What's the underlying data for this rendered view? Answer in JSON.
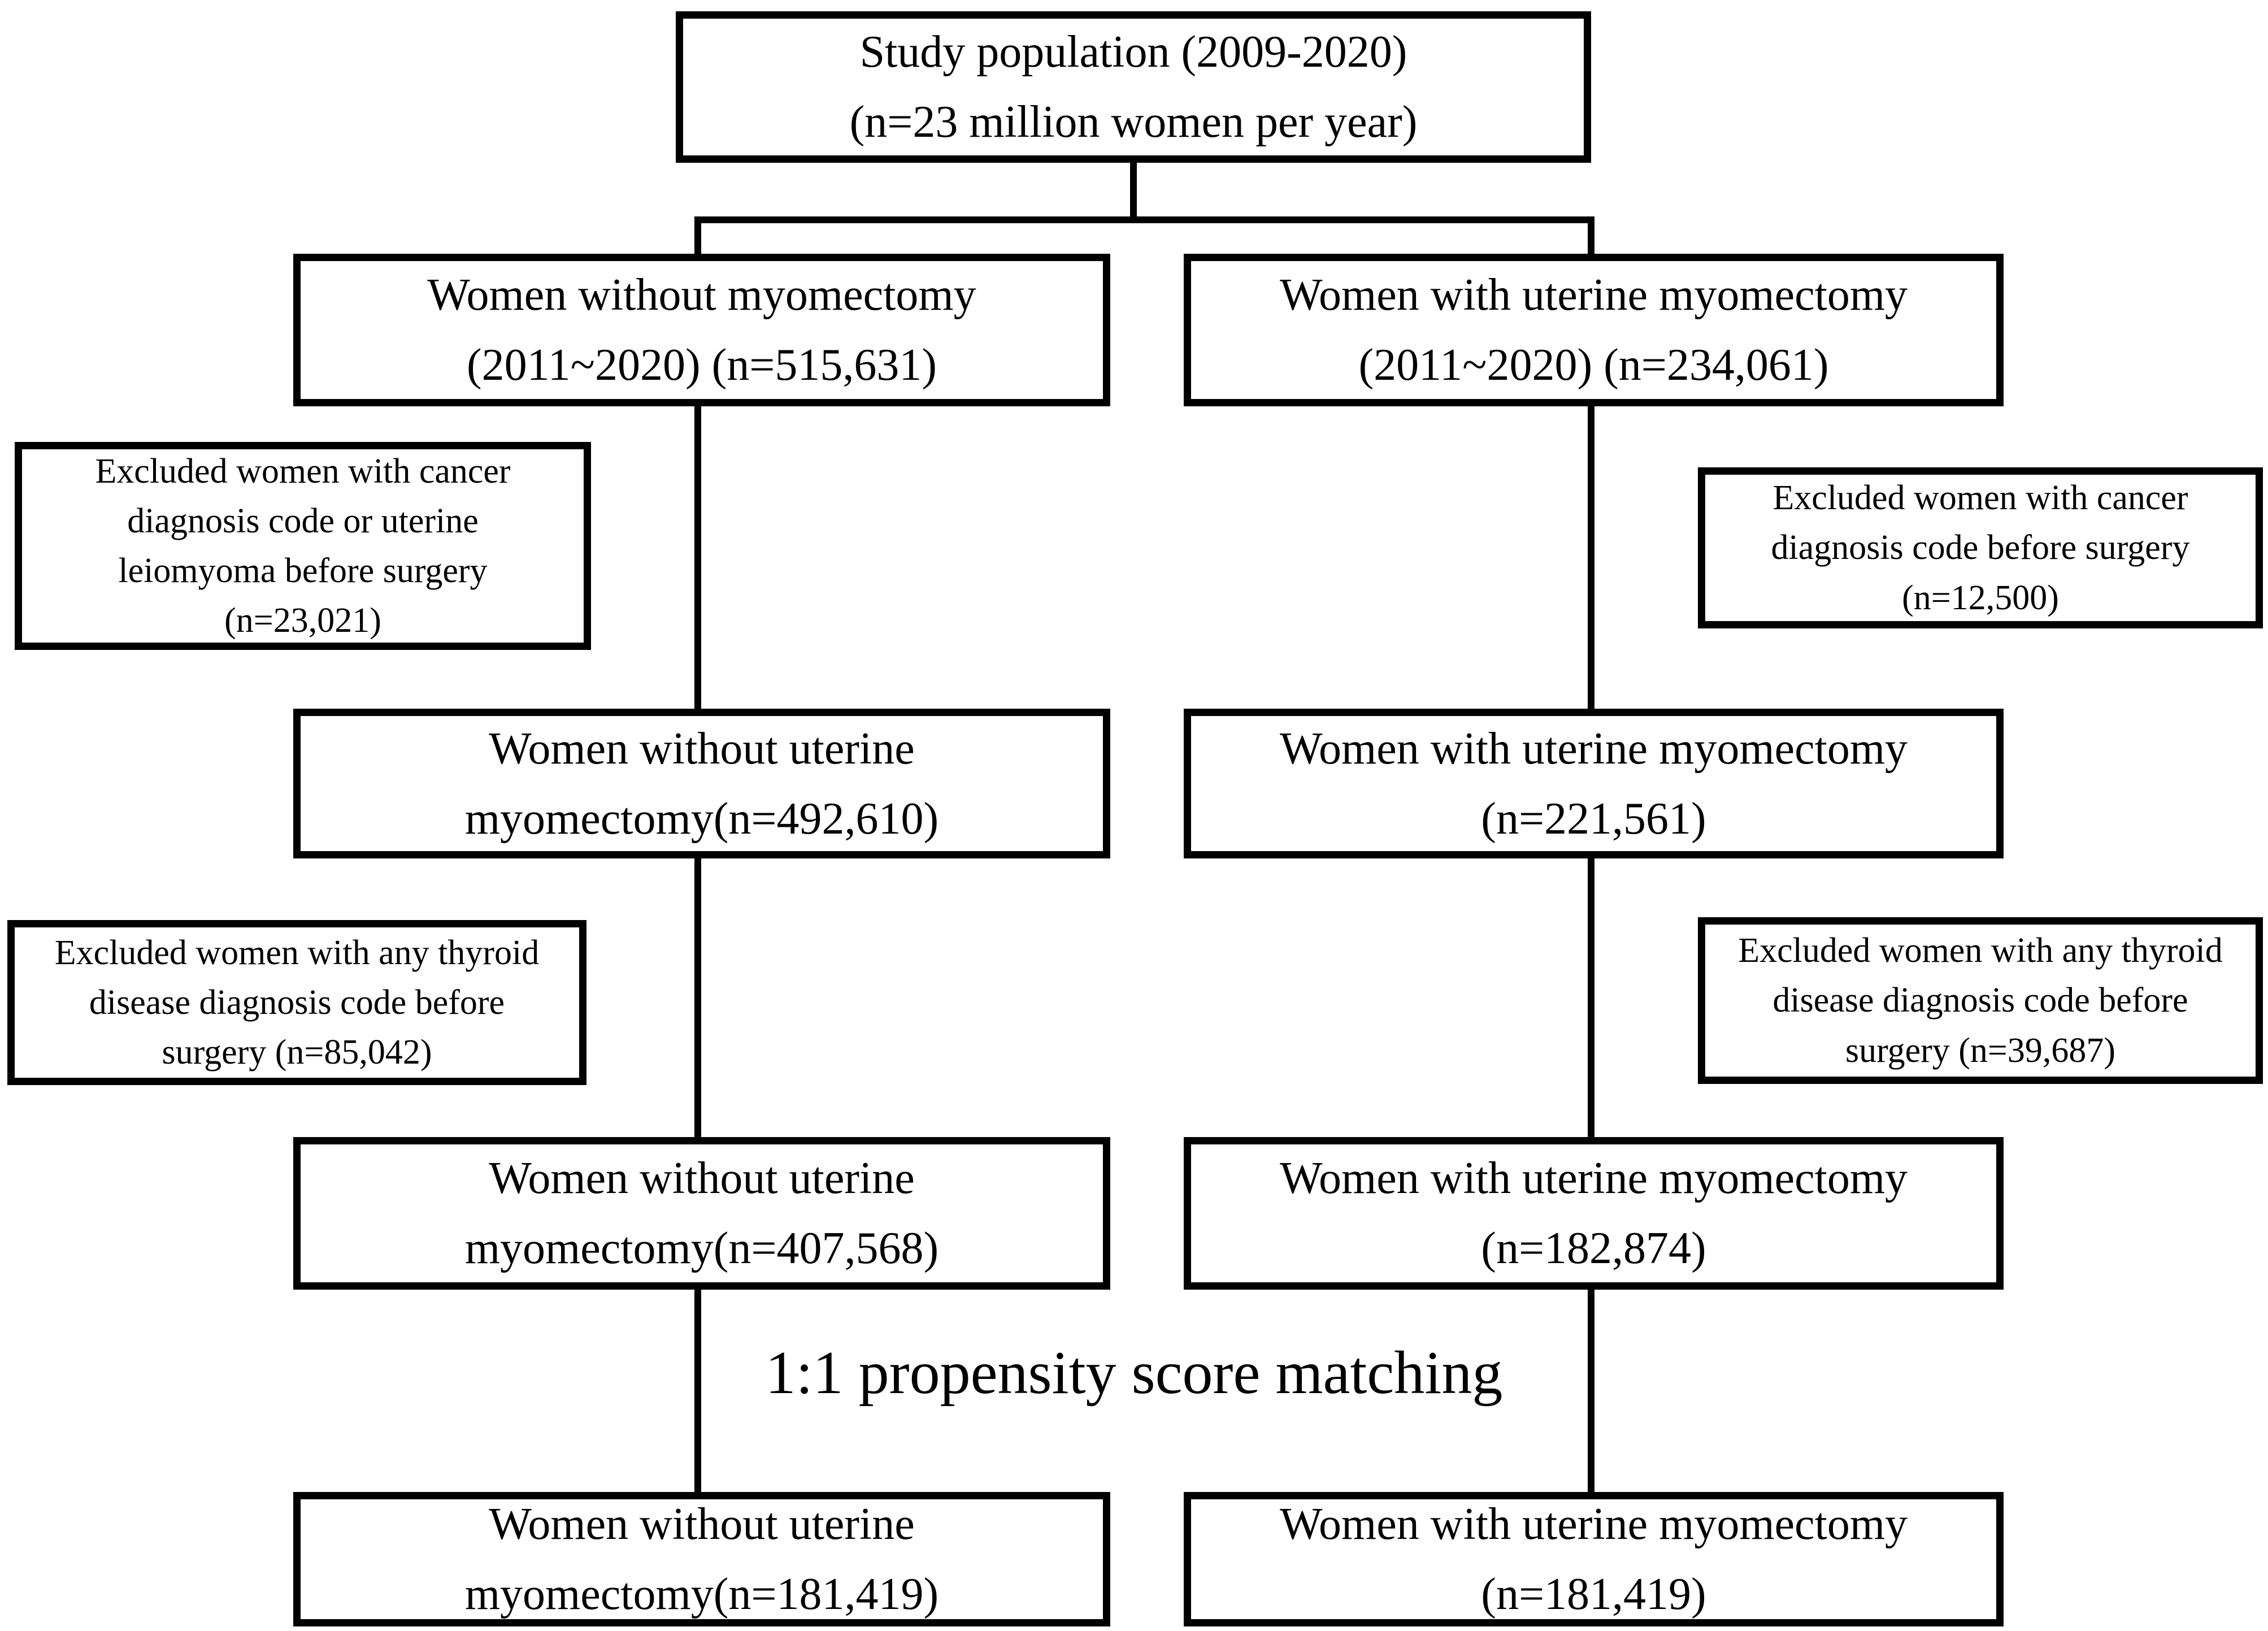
{
  "matching_label": "1:1 propensity score matching",
  "boxes": {
    "study_population": "Study population (2009-2020)\n(n=23 million women per year)",
    "without_myomectomy_initial": "Women without myomectomy\n(2011~2020) (n=515,631)",
    "with_myomectomy_initial": "Women with uterine myomectomy\n(2011~2020) (n=234,061)",
    "excluded_left_cancer": "Excluded women with cancer\ndiagnosis code or uterine\nleiomyoma before surgery\n(n=23,021)",
    "excluded_right_cancer": "Excluded women with cancer\ndiagnosis code before surgery\n(n=12,500)",
    "without_myomectomy_after_cancer": "Women without uterine\nmyomectomy(n=492,610)",
    "with_myomectomy_after_cancer": "Women with uterine myomectomy\n(n=221,561)",
    "excluded_left_thyroid": "Excluded women with any thyroid\ndisease diagnosis code before\nsurgery (n=85,042)",
    "excluded_right_thyroid": "Excluded women with any thyroid\ndisease diagnosis code before\nsurgery (n=39,687)",
    "without_myomectomy_after_thyroid": "Women without uterine\nmyomectomy(n=407,568)",
    "with_myomectomy_after_thyroid": "Women with uterine myomectomy\n(n=182,874)",
    "without_myomectomy_matched": "Women without uterine\nmyomectomy(n=181,419)",
    "with_myomectomy_matched": "Women with uterine myomectomy\n(n=181,419)"
  },
  "colors": {
    "line": "#000000",
    "background": "#ffffff",
    "text": "#000000"
  }
}
